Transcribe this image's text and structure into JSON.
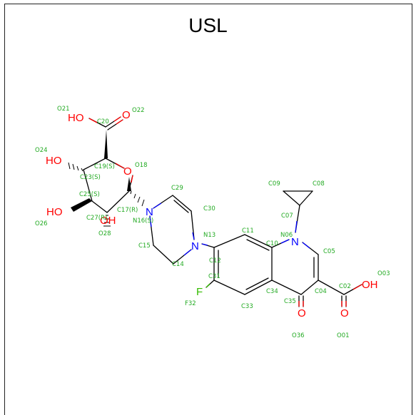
{
  "title": "USL",
  "colors": {
    "bond": "#000000",
    "oxygen": "#ff0000",
    "nitrogen": "#0000ff",
    "fluorine": "#33bb00",
    "index": "#22aa22"
  },
  "atom_labels": {
    "ho_acid_top": "HO",
    "o_keto_top": "O",
    "ho_c23": "HO",
    "o_ring": "O",
    "ho_c25": "HO",
    "oh_c27": "OH",
    "n16": "N",
    "n13": "N",
    "n06": "N",
    "f32": "F",
    "o_keto_quin": "O",
    "oh_acid_right": "OH",
    "o_acid_right": "O"
  },
  "index_labels": {
    "o21": "O21",
    "c20": "C20",
    "o22": "O22",
    "o24": "O24",
    "c19": "C19(S)",
    "o18": "O18",
    "c23": "C23(S)",
    "c25": "C25(S)",
    "c17": "C17(R)",
    "c27": "C27(R)",
    "o26": "O26",
    "o28": "O28",
    "n16": "N16(S)",
    "c29": "C29",
    "c30": "C30",
    "n13": "N13",
    "c15": "C15",
    "c14": "C14",
    "c11": "C11",
    "c12": "C12",
    "c31": "C31",
    "f32": "F32",
    "c33": "C33",
    "c34": "C34",
    "c10": "C10",
    "c35": "C35",
    "o36": "O36",
    "n06": "N06",
    "c05": "C05",
    "c04": "C04",
    "c02": "C02",
    "o03": "O03",
    "o01": "O01",
    "c07": "C07",
    "c09": "C09",
    "c08": "C08"
  }
}
